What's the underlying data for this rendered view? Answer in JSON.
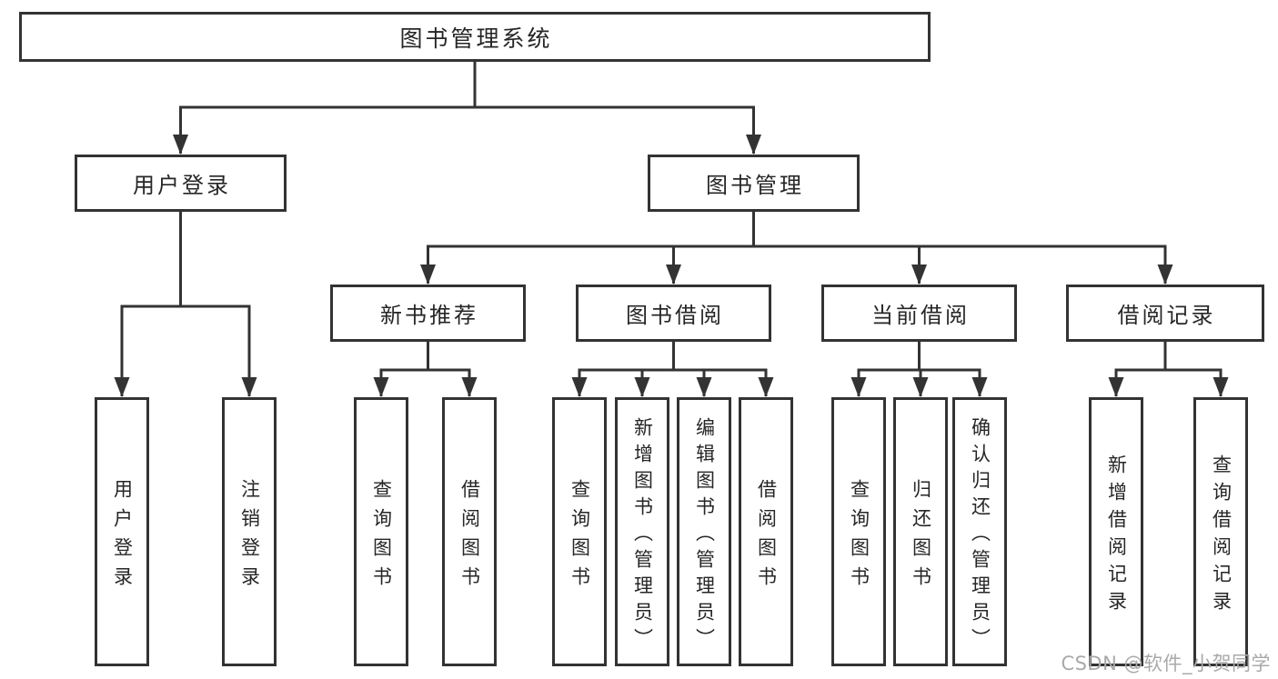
{
  "tree": {
    "id": "system-root",
    "label": "图书管理系统",
    "children": [
      {
        "id": "user-login",
        "label": "用户登录",
        "children": [
          {
            "id": "ul-user-login",
            "label": "用户登录"
          },
          {
            "id": "ul-logout",
            "label": "注销登录"
          }
        ]
      },
      {
        "id": "book-management",
        "label": "图书管理",
        "children": [
          {
            "id": "new-book-recommend",
            "label": "新书推荐",
            "children": [
              {
                "id": "nb-query-books",
                "label": "查询图书"
              },
              {
                "id": "nb-borrow-books",
                "label": "借阅图书"
              }
            ]
          },
          {
            "id": "book-borrowing",
            "label": "图书借阅",
            "children": [
              {
                "id": "bb-query-books",
                "label": "查询图书"
              },
              {
                "id": "bb-add-books-admin",
                "label": "新增图书（管理员）"
              },
              {
                "id": "bb-edit-books-admin",
                "label": "编辑图书（管理员）"
              },
              {
                "id": "bb-borrow-books",
                "label": "借阅图书"
              }
            ]
          },
          {
            "id": "current-borrowing",
            "label": "当前借阅",
            "children": [
              {
                "id": "cb-query-books",
                "label": "查询图书"
              },
              {
                "id": "cb-return-books",
                "label": "归还图书"
              },
              {
                "id": "cb-confirm-return-admin",
                "label": "确认归还（管理员）"
              }
            ]
          },
          {
            "id": "borrowing-records",
            "label": "借阅记录",
            "children": [
              {
                "id": "br-add-record",
                "label": "新增借阅记录"
              },
              {
                "id": "br-query-record",
                "label": "查询借阅记录"
              }
            ]
          }
        ]
      }
    ]
  },
  "watermark": "CSDN @软件_小贺同学",
  "colors": {
    "line": "#333333",
    "text": "#262626",
    "background": "#ffffff",
    "watermark": "#a9a9a9"
  }
}
